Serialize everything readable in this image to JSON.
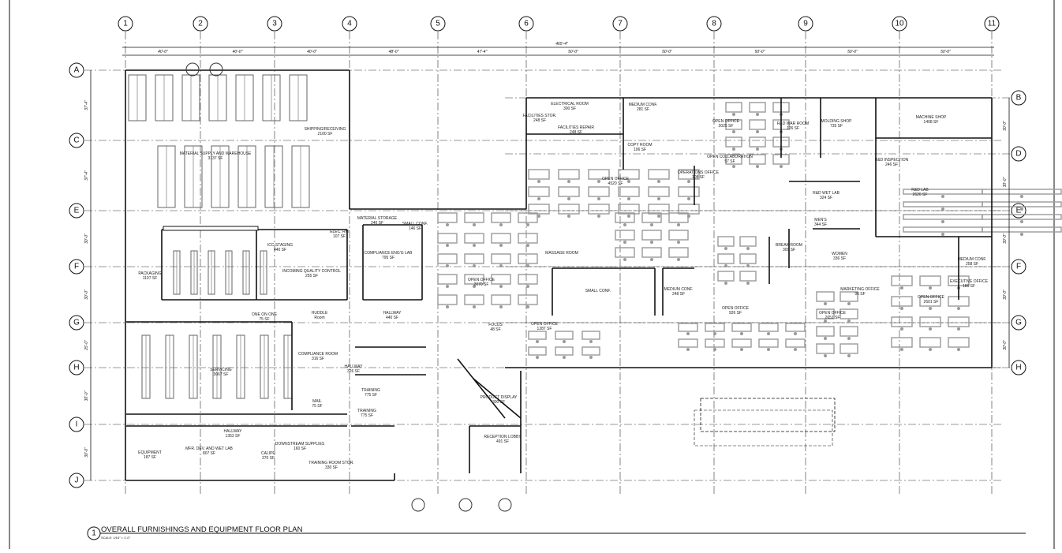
{
  "sheet": {
    "title": "OVERALL FURNISHINGS AND EQUIPMENT FLOOR PLAN",
    "scale": "SCALE: 1/16\" = 1'-0\"",
    "view_number": "1"
  },
  "grid": {
    "columns": [
      "1",
      "2",
      "3",
      "4",
      "5",
      "6",
      "7",
      "8",
      "9",
      "10",
      "11"
    ],
    "rows_left": [
      "A",
      "C",
      "E",
      "F",
      "G",
      "H",
      "I",
      "J"
    ],
    "rows_right": [
      "B",
      "D",
      "E",
      "F",
      "G",
      "H"
    ]
  },
  "dimensions": {
    "overall": "465'-4\"",
    "column_spacing": [
      "40'-0\"",
      "40'-0\"",
      "40'-0\"",
      "48'-0\"",
      "47'-4\"",
      "50'-0\"",
      "50'-0\"",
      "50'-0\"",
      "50'-0\"",
      "50'-0\""
    ],
    "left_row_spacing": [
      "37'-4\"",
      "37'-4\"",
      "30'-0\"",
      "30'-0\"",
      "25'-0\"",
      "30'-0\"",
      "30'-0\""
    ],
    "right_row_spacing": [
      "30'-0\"",
      "30'-0\"",
      "30'-0\"",
      "30'-0\"",
      "30'-0\""
    ]
  },
  "rooms": [
    {
      "name": "MATERIAL SUPPLY AND WAREHOUSE",
      "area": "3137 SF"
    },
    {
      "name": "SHIPPING/RECEIVING",
      "area": "2100 SF"
    },
    {
      "name": "PACKAGING",
      "area": "1107 SF"
    },
    {
      "name": "ICC STAGING",
      "area": "440 SF"
    },
    {
      "name": "INCOMING QUALITY CONTROL",
      "area": "255 SF"
    },
    {
      "name": "ONE ON ONE",
      "area": "75 SF"
    },
    {
      "name": "HUDDLE",
      "area": "Room"
    },
    {
      "name": "ELEC. RM",
      "area": "107 SF"
    },
    {
      "name": "SERVICING",
      "area": "3067 SF"
    },
    {
      "name": "COMPLIANCE ROOM",
      "area": "316 SF"
    },
    {
      "name": "HALLWAY",
      "area": "326 SF"
    },
    {
      "name": "MAIL",
      "area": "75 SF"
    },
    {
      "name": "HALLWAY",
      "area": "1353 SF"
    },
    {
      "name": "EQUIPMENT",
      "area": "187 SF"
    },
    {
      "name": "MFR. DEV. AND WET LAB",
      "area": "807 SF"
    },
    {
      "name": "CALIPR",
      "area": "370 SF"
    },
    {
      "name": "DOWNSTREAM SUPPLIES",
      "area": "160 SF"
    },
    {
      "name": "TRAINING ROOM STOR.",
      "area": "330 SF"
    },
    {
      "name": "MATERIAL STORAGE",
      "area": "240 SF"
    },
    {
      "name": "COMPLIANCE ENG'G LAB",
      "area": "795 SF"
    },
    {
      "name": "SMALL CONF.",
      "area": "146 SF"
    },
    {
      "name": "HALLWAY",
      "area": "440 SF"
    },
    {
      "name": "TRAINING",
      "area": "775 SF"
    },
    {
      "name": "TRAINING",
      "area": "775 SF"
    },
    {
      "name": "RECEPTION LOBBY",
      "area": "491 SF"
    },
    {
      "name": "PRODUCT DISPLAY",
      "area": "300 SF"
    },
    {
      "name": "OPEN OFFICE",
      "area": "2070 SF"
    },
    {
      "name": "ELECTRICAL ROOM",
      "area": "300 SF"
    },
    {
      "name": "FACILITIES STOR.",
      "area": "248 SF"
    },
    {
      "name": "FACILITIES REPAIR",
      "area": "248 SF"
    },
    {
      "name": "MEDIUM CONF.",
      "area": "281 SF"
    },
    {
      "name": "COPY ROOM",
      "area": "106 SF"
    },
    {
      "name": "OPEN OFFICE",
      "area": "4520 SF"
    },
    {
      "name": "OPEN OFFICE",
      "area": "3025 SF"
    },
    {
      "name": "OPEN COLLABORATION",
      "area": "57 SF"
    },
    {
      "name": "OPERATIONS OFFICE",
      "area": "108 SF"
    },
    {
      "name": "R&D WAR ROOM",
      "area": "126 SF"
    },
    {
      "name": "MOLDING SHOP",
      "area": "735 SF"
    },
    {
      "name": "MACHINE SHOP",
      "area": "1408 SF"
    },
    {
      "name": "R&D INSPECTION",
      "area": "246 SF"
    },
    {
      "name": "R&D LAB",
      "area": "2626 SF"
    },
    {
      "name": "R&D WET LAB",
      "area": "324 SF"
    },
    {
      "name": "BREAK ROOM",
      "area": "309 SF"
    },
    {
      "name": "MEN'S",
      "area": "344 SF"
    },
    {
      "name": "WOMEN",
      "area": "336 SF"
    },
    {
      "name": "MEDIUM CONF.",
      "area": "258 SF"
    },
    {
      "name": "OPEN OFFICE",
      "area": "2601 SF"
    },
    {
      "name": "EXECUTIVE OFFICE",
      "area": "186 SF"
    },
    {
      "name": "OPEN OFFICE",
      "area": "2651 SF"
    },
    {
      "name": "MEDIUM CONF.",
      "area": "248 SF"
    },
    {
      "name": "OPEN OFFICE",
      "area": "926 SF"
    },
    {
      "name": "OPEN OFFICE",
      "area": "1287 SF"
    },
    {
      "name": "MASSAGE ROOM",
      "area": ""
    },
    {
      "name": "SMALL CONF.",
      "area": ""
    },
    {
      "name": "MARKETING OFFICE",
      "area": "96 SF"
    },
    {
      "name": "FOCUS",
      "area": "48 SF"
    }
  ],
  "colors": {
    "line": "#111111",
    "furniture": "#9a9a9a",
    "grid": "#333333"
  }
}
